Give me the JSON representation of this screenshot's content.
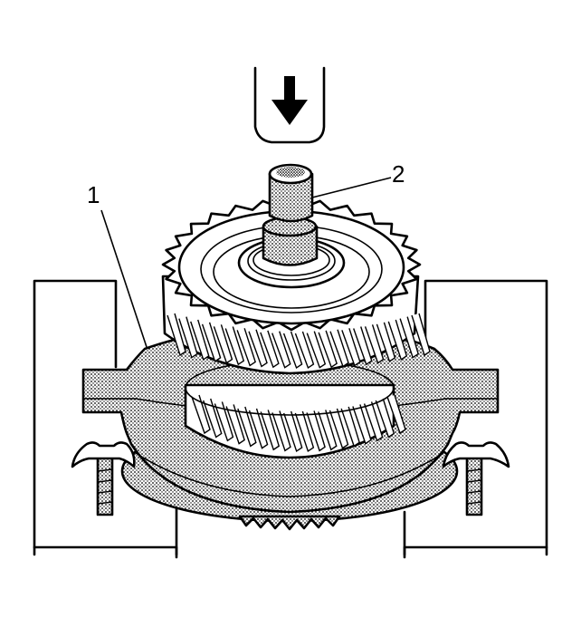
{
  "callouts": [
    {
      "id": "1",
      "label": "1"
    },
    {
      "id": "2",
      "label": "2"
    }
  ],
  "icons": {
    "press_direction": "arrow-down-icon"
  },
  "colors": {
    "line": "#000000",
    "background": "#ffffff",
    "stipple_dot": "#000000"
  }
}
